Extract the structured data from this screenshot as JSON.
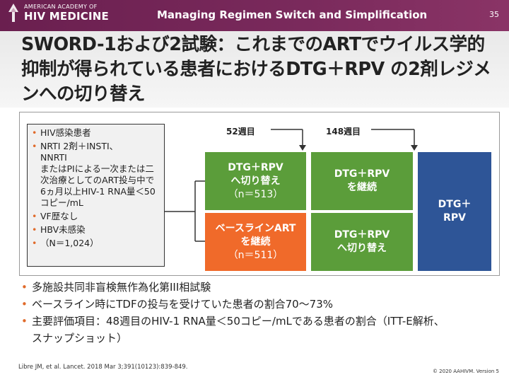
{
  "header": {
    "logo_top": "AMERICAN ACADEMY OF",
    "logo_bottom": "HIV MEDICINE",
    "title": "Managing Regimen Switch and Simplification",
    "page_number": "35"
  },
  "slide_title": "SWORD-1および2試験：これまでのARTでウイルス学的抑制が得られている患者におけるDTG＋RPV の2剤レジメンへの切り替え",
  "criteria": [
    "HIV感染患者",
    "NRTI 2剤＋INSTI、\nNNRTI\nまたはPIによる一次または二次治療としてのART投与中で6ヵ月以上HIV-1 RNA量＜50コピー/mL",
    "VF歴なし",
    "HBV未感染",
    "（N＝1,024）"
  ],
  "timeline": {
    "week52": "52週目",
    "week148": "148週目"
  },
  "arms": {
    "arm1_line1": "DTG＋RPV",
    "arm1_line2": "へ切り替え",
    "arm1_n": "（n＝513）",
    "arm1_continue_line1": "DTG＋RPV",
    "arm1_continue_line2": "を継続",
    "arm2_line1": "ベースラインART",
    "arm2_line2": "を継続",
    "arm2_n": "（n＝511）",
    "arm2_switch_line1": "DTG＋RPV",
    "arm2_switch_line2": "へ切り替え",
    "final_line1": "DTG＋",
    "final_line2": "RPV"
  },
  "colors": {
    "header": "#6a1f4f",
    "green": "#5b9d3a",
    "orange": "#f06a2a",
    "blue": "#2e5597",
    "bullet": "#e06a2a"
  },
  "bullets": [
    "多施設共同非盲検無作為化第III相試験",
    "ベースライン時にTDFの投与を受けていた患者の割合70～73%",
    "主要評価項目：48週目のHIV-1 RNA量＜50コピー/mLである患者の割合（ITT-E解析、\nスナップショット）"
  ],
  "citation": "Libre JM, et al. Lancet. 2018 Mar 3;391(10123):839-849.",
  "copyright": "© 2020 AAHIVM. Version 5"
}
